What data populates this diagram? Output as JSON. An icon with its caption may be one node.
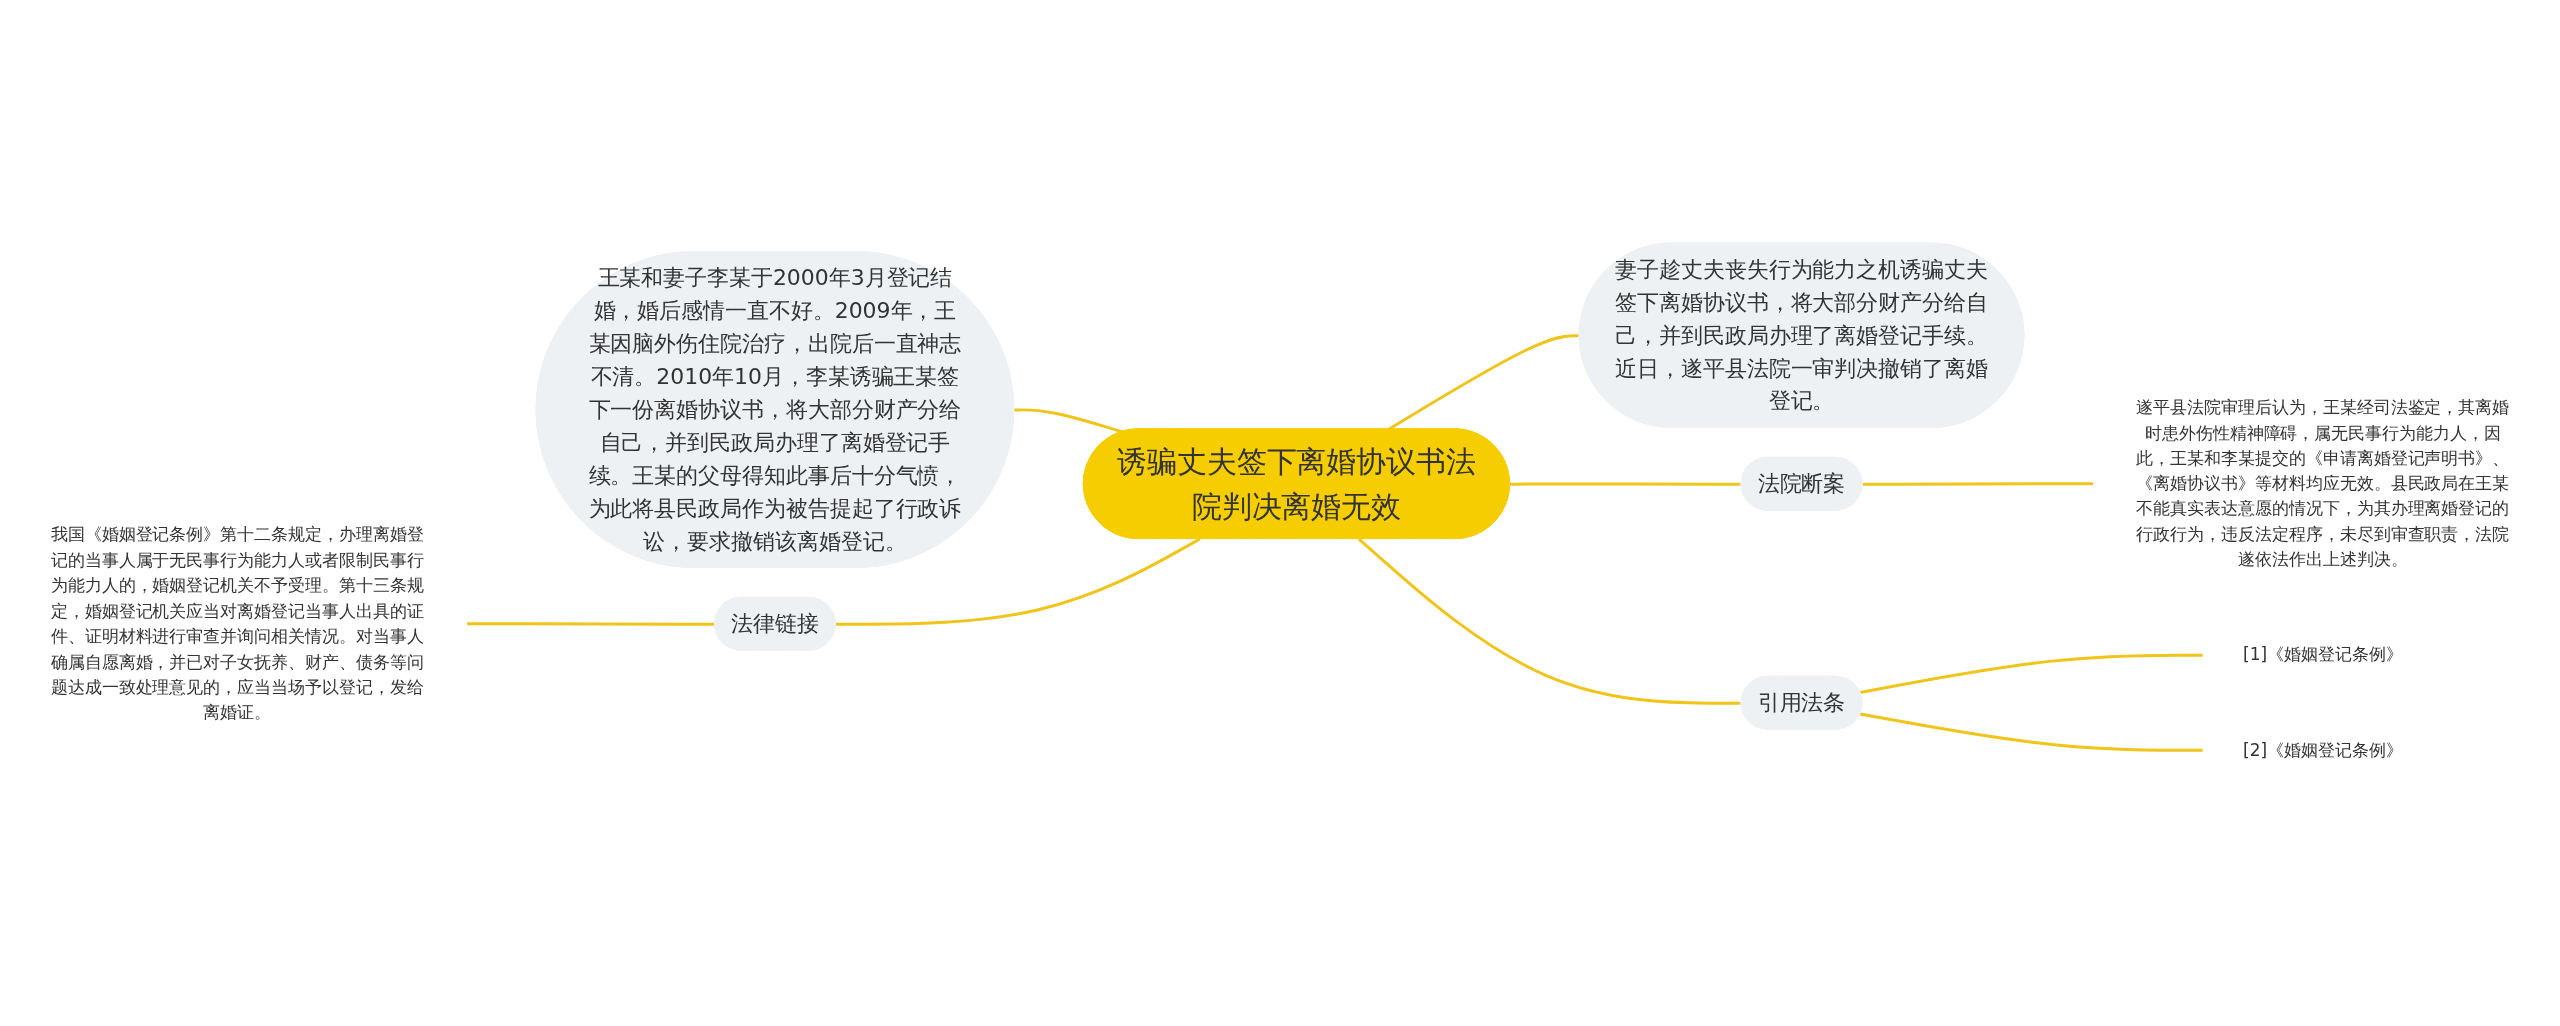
{
  "diagram": {
    "nodes": [
      {
        "text": [
          "诱骗丈夫签下离婚协议书法院判决离婚无效"
        ]
      },
      {
        "text": [
          "王某和妻子李某于2000年3月登记结婚，婚后感情一直不好。2009年，王某因脑外伤住院治疗，出院后一直神志不清。2010年10月，李某诱骗王某签下一份离婚协议书，将大部分财产分给自己，并到民政局办理了离婚登记手续。王某的父母得知此事后十分气愤，为此将县民政局作为被告提起了行政诉讼，要求撤销该离婚登记。"
        ]
      },
      {
        "text": [
          "法律链接"
        ]
      },
      {
        "text": [
          "我国《婚姻登记条例》第十二条规定，办理离婚登记的当事人属于无民事行为能力人或者限制民事行为能力人的，婚姻登记机关不予受理。第十三条规定，婚姻登记机关应当对离婚登记当事人出具的证件、证明材料进行审查并询问相关情况。对当事人确属自愿离婚，并已对子女抚养、财产、债务等问题达成一致处理意见的，应当当场予以登记，发给离婚证。"
        ]
      },
      {
        "text": [
          "妻子趁丈夫丧失行为能力之机诱骗丈夫签下离婚协议书，将大部分财产分给自己，并到民政局办理了离婚登记手续。近日，遂平县法院一审判决撤销了离婚登记。"
        ]
      },
      {
        "text": [
          "法院断案"
        ]
      },
      {
        "text": [
          "遂平县法院审理后认为，王某经司法鉴定，其离婚时患外伤性精神障碍，属无民事行为能力人，因此，王某和李某提交的《申请离婚登记声明书》、《离婚协议书》等材料均应无效。县民政局在王某不能真实表达意愿的情况下，为其办理离婚登记的行政行为，违反法定程序，未尽到审查职责，法院遂依法作出上述判决。"
        ]
      },
      {
        "text": [
          "引用法条"
        ]
      },
      {
        "text": [
          "[1]《婚姻登记条例》"
        ]
      },
      {
        "text": [
          "[2]《婚姻登记条例》"
        ]
      }
    ],
    "edges": [
      {
        "from": 0,
        "to": 1,
        "arrow": "none"
      },
      {
        "from": 0,
        "to": 2,
        "arrow": "none"
      },
      {
        "from": 2,
        "to": 3,
        "arrow": "none"
      },
      {
        "from": 0,
        "to": 4,
        "arrow": "none"
      },
      {
        "from": 0,
        "to": 5,
        "arrow": "none"
      },
      {
        "from": 5,
        "to": 6,
        "arrow": "none"
      },
      {
        "from": 0,
        "to": 7,
        "arrow": "none"
      },
      {
        "from": 7,
        "to": 8,
        "arrow": "none"
      },
      {
        "from": 7,
        "to": 9,
        "arrow": "none"
      }
    ]
  }
}
